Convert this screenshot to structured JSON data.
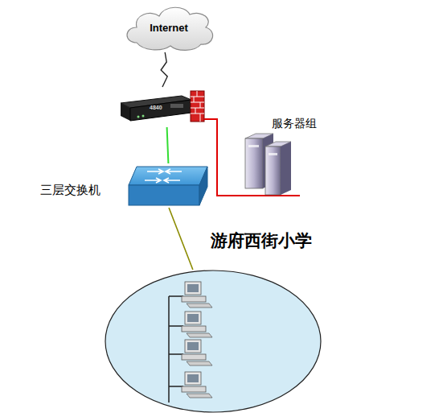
{
  "diagram": {
    "nodes": [
      {
        "text": [
          "Internet"
        ]
      },
      {
        "text": [
          "4840"
        ]
      },
      {
        "text": [
          "服务器组"
        ]
      },
      {
        "text": [
          "三层交换机"
        ]
      },
      {
        "text": [
          "游府西街小学"
        ]
      }
    ],
    "edges": [
      {
        "from": 0,
        "to": 1,
        "arrow": "none"
      },
      {
        "from": 1,
        "to": 2,
        "arrow": "none"
      },
      {
        "from": 1,
        "to": 3,
        "arrow": "none"
      },
      {
        "from": 3,
        "to": 4,
        "arrow": "none"
      }
    ]
  }
}
